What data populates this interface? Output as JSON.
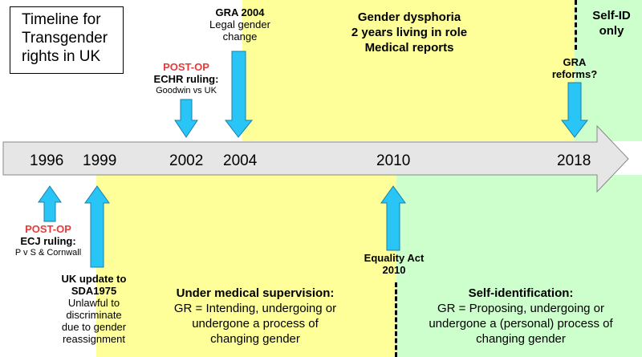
{
  "title": [
    "Timeline for",
    "Transgender",
    "rights in UK"
  ],
  "years": [
    "1996",
    "1999",
    "2002",
    "2004",
    "2010",
    "2018"
  ],
  "events": {
    "gra2004": {
      "title": "GRA 2004",
      "desc": [
        "Legal gender",
        "change"
      ]
    },
    "echr": {
      "tag": "POST-OP",
      "title": "ECHR ruling:",
      "desc": "Goodwin vs UK"
    },
    "ecj": {
      "tag": "POST-OP",
      "title": "ECJ ruling:",
      "desc": "P v S & Cornwall"
    },
    "uk_update": {
      "title": [
        "UK update to",
        "SDA1975"
      ],
      "desc": [
        "Unlawful to",
        "discriminate",
        "due to gender",
        "reassignment"
      ]
    },
    "equality_act": {
      "title": [
        "Equality Act",
        "2010"
      ]
    },
    "gra_reforms": {
      "title": [
        "GRA",
        "reforms?"
      ]
    }
  },
  "zones": {
    "top_yellow": [
      "Gender dysphoria",
      "2 years living in role",
      "Medical reports"
    ],
    "top_green": [
      "Self-ID",
      "only"
    ],
    "bottom_yellow": {
      "heading": "Under medical supervision:",
      "lines": [
        "GR = Intending, undergoing or",
        "undergone a process of",
        "changing gender"
      ]
    },
    "bottom_green": {
      "heading": "Self-identification:",
      "lines": [
        "GR = Proposing, undergoing or",
        "undergone a (personal) process of",
        "changing gender"
      ]
    }
  },
  "colors": {
    "arrow_fill": "#29c5f6",
    "timeline_fill": "#e6e6e6",
    "yellow_zone": "#ffff99",
    "green_zone": "#ccffcc",
    "post_op": "#e53b3b"
  }
}
